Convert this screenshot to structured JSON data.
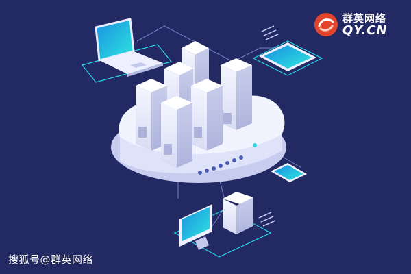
{
  "logo": {
    "name_cn": "群英网络",
    "name_en": "QY.CN",
    "icon": "qy-logo-icon",
    "accent": "#e2452b"
  },
  "watermark": {
    "text": "搜狐号@群英网络"
  },
  "illustration": {
    "subject": "cloud-server-network",
    "background": "#232a63",
    "accent": "#29d3ea"
  }
}
